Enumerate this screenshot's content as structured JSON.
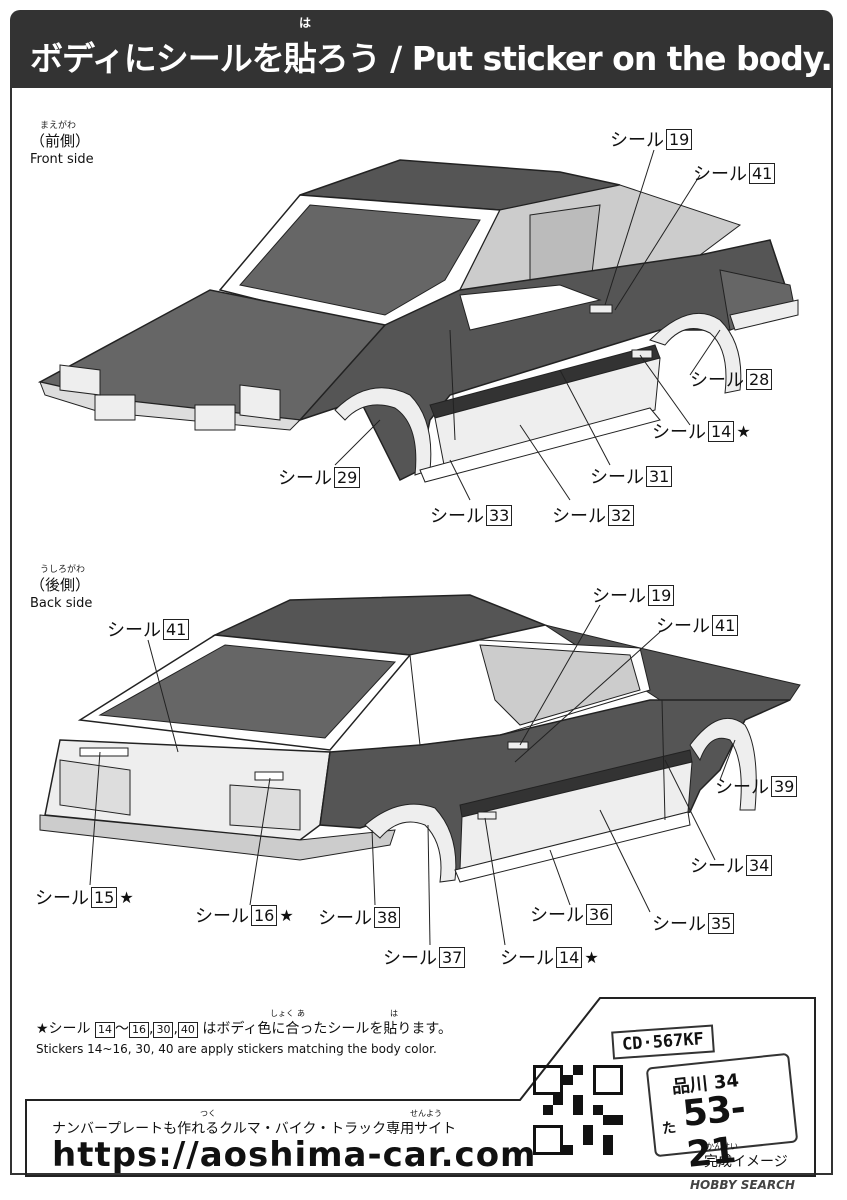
{
  "header": {
    "title": "ボディにシールを貼ろう / Put sticker on the body.",
    "ruby": "は"
  },
  "front": {
    "furigana": "まえがわ",
    "title_jp": "（前側）",
    "title_en": "Front side",
    "labels": [
      {
        "text": "シール",
        "num": "19"
      },
      {
        "text": "シール",
        "num": "41"
      },
      {
        "text": "シール",
        "num": "28"
      },
      {
        "text": "シール",
        "num": "14",
        "star": "★"
      },
      {
        "text": "シール",
        "num": "29"
      },
      {
        "text": "シール",
        "num": "31"
      },
      {
        "text": "シール",
        "num": "33"
      },
      {
        "text": "シール",
        "num": "32"
      }
    ]
  },
  "back": {
    "furigana": "うしろがわ",
    "title_jp": "（後側）",
    "title_en": "Back side",
    "labels": [
      {
        "text": "シール",
        "num": "41"
      },
      {
        "text": "シール",
        "num": "19"
      },
      {
        "text": "シール",
        "num": "41"
      },
      {
        "text": "シール",
        "num": "39"
      },
      {
        "text": "シール",
        "num": "34"
      },
      {
        "text": "シール",
        "num": "15",
        "star": "★"
      },
      {
        "text": "シール",
        "num": "16",
        "star": "★"
      },
      {
        "text": "シール",
        "num": "38"
      },
      {
        "text": "シール",
        "num": "36"
      },
      {
        "text": "シール",
        "num": "35"
      },
      {
        "text": "シール",
        "num": "37"
      },
      {
        "text": "シール",
        "num": "14",
        "star": "★"
      }
    ]
  },
  "note": {
    "jp_prefix": "★シール",
    "nums": [
      "14",
      "16",
      "30",
      "40"
    ],
    "sep_range": "～",
    "sep_comma": ",",
    "jp_suffix": "はボディ色に合ったシールを貼ります。",
    "ruby_shoku": "しょく",
    "ruby_a": "あ",
    "ruby_ha": "は",
    "en": "Stickers 14~16, 30, 40 are apply stickers matching the body color."
  },
  "promo": {
    "text": "ナンバープレートも作れるクルマ・バイク・トラック専用サイト",
    "ruby_tsuku": "つく",
    "ruby_senyou": "せんよう",
    "url": "https://aoshima-car.com",
    "plate_small": "CD·567KF",
    "plate_big_top": "品川 34",
    "plate_big_kana": "た",
    "plate_big_num": "53-21",
    "caption": "完成イメージ",
    "caption_ruby": "かんせい"
  },
  "watermark": "HOBBY SEARCH"
}
